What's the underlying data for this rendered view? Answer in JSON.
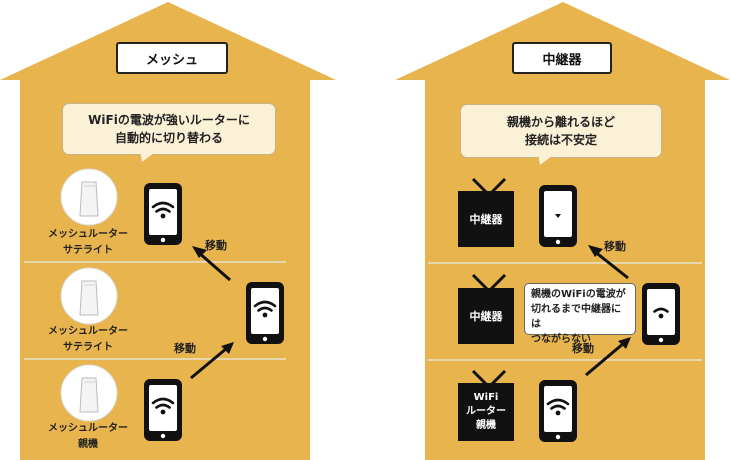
{
  "colors": {
    "house": "#e8b44e",
    "ink": "#111111",
    "bubble": "#fbf1d6",
    "floor": "#e7d7ad"
  },
  "mesh": {
    "title": "メッシュ",
    "bubble_line1": "WiFiの電波が強いルーターに",
    "bubble_line2": "自動的に切り替わる",
    "satellite_top_line1": "メッシュルーター",
    "satellite_top_line2": "サテライト",
    "satellite_mid_line1": "メッシュルーター",
    "satellite_mid_line2": "サテライト",
    "parent_line1": "メッシュルーター",
    "parent_line2": "親機",
    "move_upper": "移動",
    "move_lower": "移動"
  },
  "repeater": {
    "title": "中継器",
    "bubble_line1": "親機から離れるほど",
    "bubble_line2": "接続は不安定",
    "box_top": "中継器",
    "box_mid": "中継器",
    "router_line1": "WiFi",
    "router_line2": "ルーター",
    "router_line3": "親機",
    "note_line1": "親機のWiFiの電波が",
    "note_line2": "切れるまで中継器には",
    "note_line3": "つながらない",
    "move_upper": "移動",
    "move_lower": "移動"
  },
  "icons": [
    "smartphone-icon",
    "wifi-icon",
    "mesh-router-icon",
    "arrow-icon",
    "antenna-icon"
  ]
}
